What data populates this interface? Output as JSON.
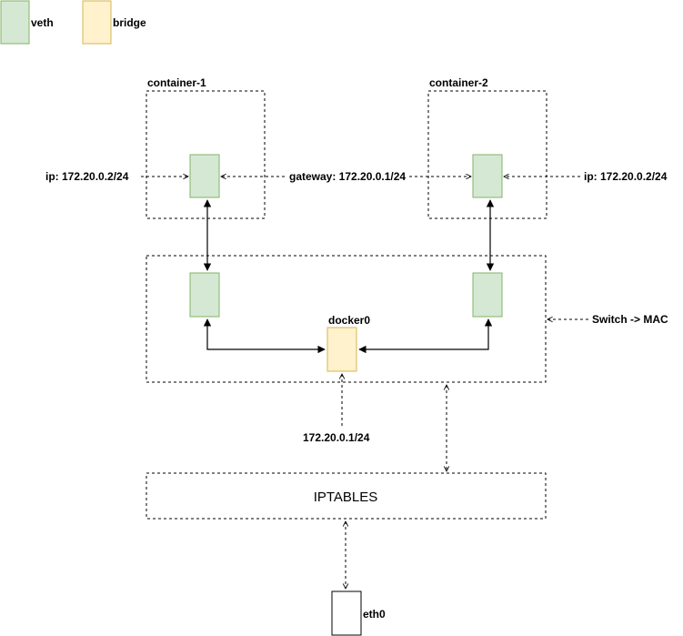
{
  "legend": {
    "veth_label": "veth",
    "bridge_label": "bridge",
    "veth_color": "#d5e8d4",
    "veth_stroke": "#82b366",
    "bridge_color": "#fff2cc",
    "bridge_stroke": "#d6b656"
  },
  "containers": [
    {
      "label": "container-1",
      "ip_label": "ip: 172.20.0.2/24"
    },
    {
      "label": "container-2",
      "ip_label": "ip: 172.20.0.2/24"
    }
  ],
  "gateway_label": "gateway: 172.20.0.1/24",
  "bridge": {
    "label": "docker0",
    "ip_label": "172.20.0.1/24"
  },
  "switch_label": "Switch -> MAC",
  "iptables_label": "IPTABLES",
  "eth0_label": "eth0"
}
